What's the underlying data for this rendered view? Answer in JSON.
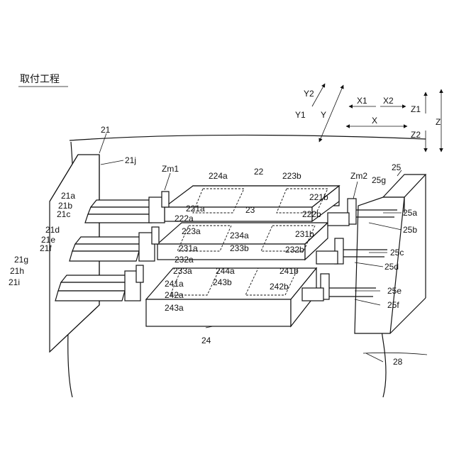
{
  "title": "取付工程",
  "axes": {
    "y2": "Y2",
    "y1": "Y1",
    "y": "Y",
    "x1": "X1",
    "x2": "X2",
    "x": "X",
    "z1": "Z1",
    "z2": "Z2",
    "z": "Z"
  },
  "labels": {
    "l21": "21",
    "l21j": "21j",
    "lZm1": "Zm1",
    "l224a": "224a",
    "l22": "22",
    "l223b": "223b",
    "lZm2": "Zm2",
    "l25g": "25g",
    "l25": "25",
    "l21a": "21a",
    "l21b": "21b",
    "l21c": "21c",
    "l221a": "221a",
    "l222a": "222a",
    "l23": "23",
    "l221b": "221b",
    "l222b": "222b",
    "l25a": "25a",
    "l25b": "25b",
    "l21d": "21d",
    "l21e": "21e",
    "l21f": "21f",
    "l223a": "223a",
    "l234a": "234a",
    "l231b": "231b",
    "l231a": "231a",
    "l233b": "233b",
    "l232b": "232b",
    "l25c": "25c",
    "l232a": "232a",
    "l25d": "25d",
    "l21g": "21g",
    "l21h": "21h",
    "l21i": "21i",
    "l233a": "233a",
    "l244a": "244a",
    "l241b": "241b",
    "l241a": "241a",
    "l243b": "243b",
    "l242b": "242b",
    "l25e": "25e",
    "l242a": "242a",
    "l25f": "25f",
    "l243a": "243a",
    "l24": "24",
    "l28": "28"
  }
}
